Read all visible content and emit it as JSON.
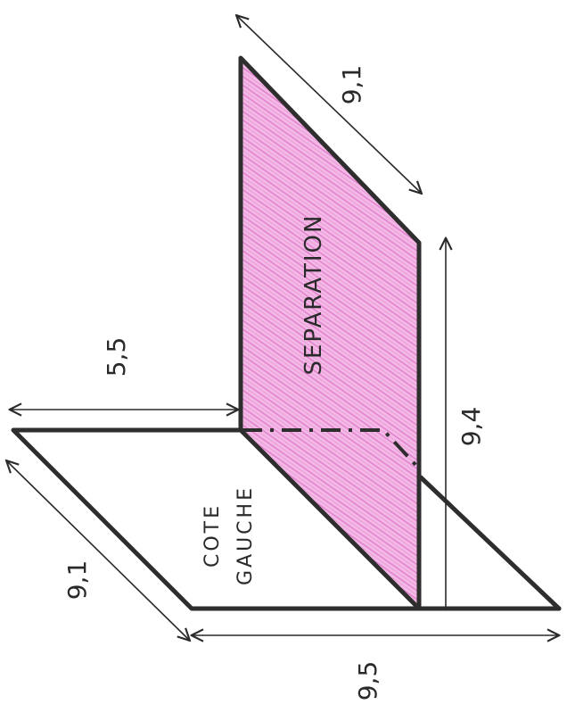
{
  "diagram": {
    "labels": {
      "separation": "SEPARATION",
      "cote_line1": "COTE",
      "cote_line2": "GAUCHE"
    },
    "dimensions": {
      "separation_depth": "9,1",
      "separation_height": "9,4",
      "panel_offset": "5,5",
      "base_depth": "9,1",
      "base_length": "9,5"
    },
    "colors": {
      "separation_fill": "#e88fd6",
      "edge": "#2e2e2e",
      "background": "#ffffff"
    }
  }
}
